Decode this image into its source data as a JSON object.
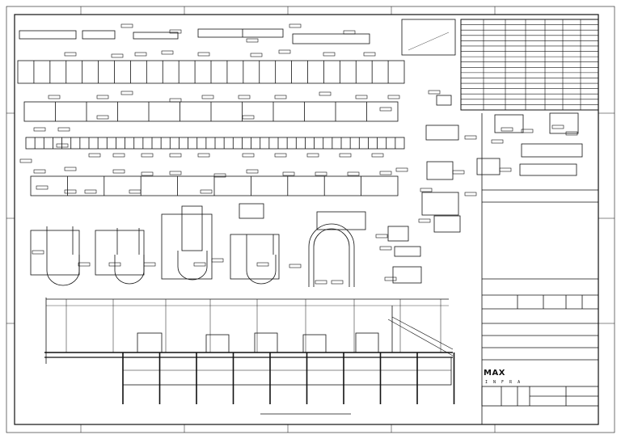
{
  "drawing": {
    "description_visible_text": "",
    "stroke_color": "#111111",
    "background": "#ffffff",
    "title_block": {
      "logo_text": "MAX",
      "logo_sub": "I N F R A",
      "logo_icon": "company-logo-icon"
    },
    "schedule_table": {
      "rows": 17,
      "cols": 7
    }
  }
}
